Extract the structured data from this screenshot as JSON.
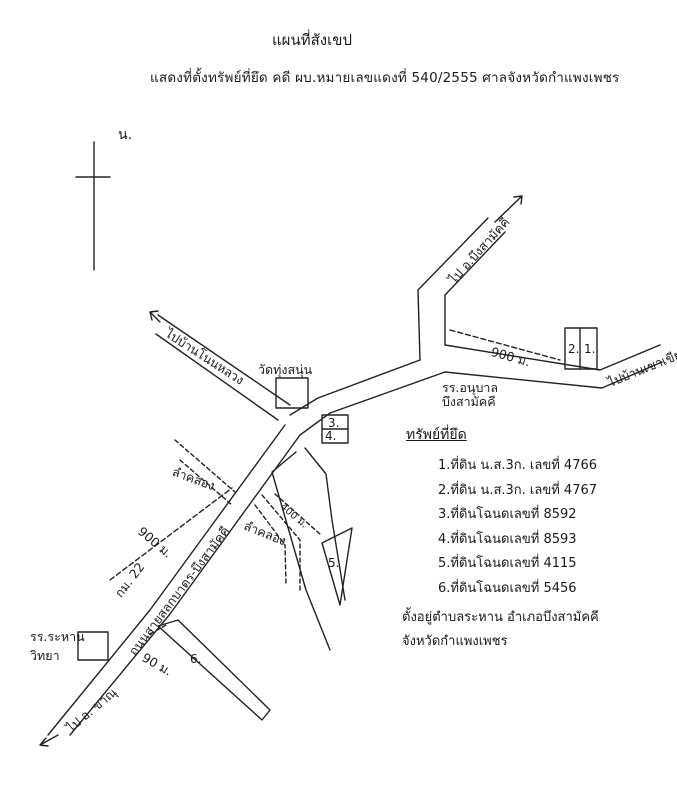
{
  "title": "แผนที่สังเขป",
  "subtitle": "แสดงที่ตั้งทรัพย์ที่ยึด คดี ผบ.หมายเลขแดงที่ 540/2555 ศาลจังหวัดกำแพงเพชร",
  "north": "น.",
  "road_labels": {
    "to_bueng_samakkhi": "ไป อ.บึงสามัคคี",
    "to_ban_khao_khiao": "ไปบ้านเขาเขียว",
    "to_ban_nong_luang": "ไปบ้านโนนหลวง",
    "to_khanu": "ไป อ. ขาณุ",
    "highway": "ถนนสายสลกบาตร-บึงสามัคคี",
    "km": "กม. 22",
    "lam_khlong_1": "ลำคลอง",
    "lam_khlong_2": "ลำคลอง"
  },
  "places": {
    "wat": "วัดทุ่งสนุ่น",
    "school_1_line1": "รร.อนุบาล",
    "school_1_line2": "บึงสามัคคี",
    "school_2_line1": "รร.ระหาน",
    "school_2_line2": "วิทยา"
  },
  "distances": {
    "d900_right": "900 ม.",
    "d900_left": "900 ม.",
    "d400": "400 ม.",
    "d90": "90 ม."
  },
  "parcel_numbers": [
    "1.",
    "2.",
    "3.",
    "4.",
    "5.",
    "6."
  ],
  "legend": {
    "heading": "ทรัพย์ที่ยึด",
    "items": [
      "1.ที่ดิน น.ส.3ก. เลขที่ 4766",
      "2.ที่ดิน น.ส.3ก. เลขที่ 4767",
      "3.ที่ดินโฉนดเลขที่ 8592",
      "4.ที่ดินโฉนดเลขที่ 8593",
      "5.ที่ดินโฉนดเลขที่ 4115",
      "6.ที่ดินโฉนดเลขที่ 5456"
    ],
    "location_line1": "ตั้งอยู่ตำบลระหาน อำเภอบึงสามัคคี",
    "location_line2": "จังหวัดกำแพงเพชร"
  }
}
